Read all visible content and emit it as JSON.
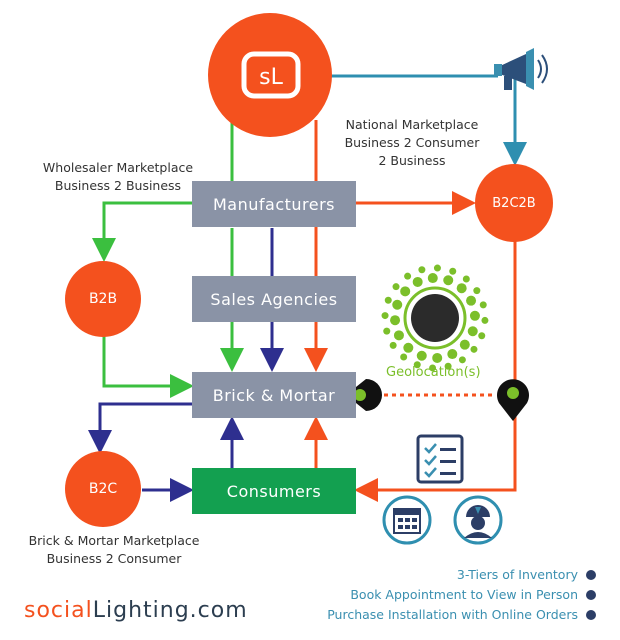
{
  "logo": {
    "text": "sL",
    "color": "#f4511e"
  },
  "nodes": {
    "manufacturers": "Manufacturers",
    "sales_agencies": "Sales Agencies",
    "brick_mortar": "Brick & Mortar",
    "consumers": "Consumers",
    "b2b": "B2B",
    "b2c": "B2C",
    "b2c2b": "B2C2B"
  },
  "labels": {
    "wholesaler": [
      "Wholesaler Marketplace",
      "Business 2 Business"
    ],
    "national": [
      "National Marketplace",
      "Business 2 Consumer",
      "2 Business"
    ],
    "brick_market": [
      "Brick & Mortar Marketplace",
      "Business 2 Consumer"
    ],
    "geolocation": "Geolocation(s)"
  },
  "legend": [
    "3-Tiers of Inventory",
    "Book Appointment to View in Person",
    "Purchase Installation with Online Orders"
  ],
  "brand": {
    "part1": "social",
    "part2": "Lighting.com"
  },
  "icons": [
    "megaphone-icon",
    "geolocation-cluster-icon",
    "checklist-icon",
    "calendar-icon",
    "installer-icon",
    "map-pin-icon"
  ],
  "colors": {
    "orange": "#f4511e",
    "green": "#3bbf3f",
    "navy": "#2e2f8f",
    "teal": "#2f8fb0",
    "gray": "#8a93a6",
    "consumer_green": "#13a050"
  }
}
